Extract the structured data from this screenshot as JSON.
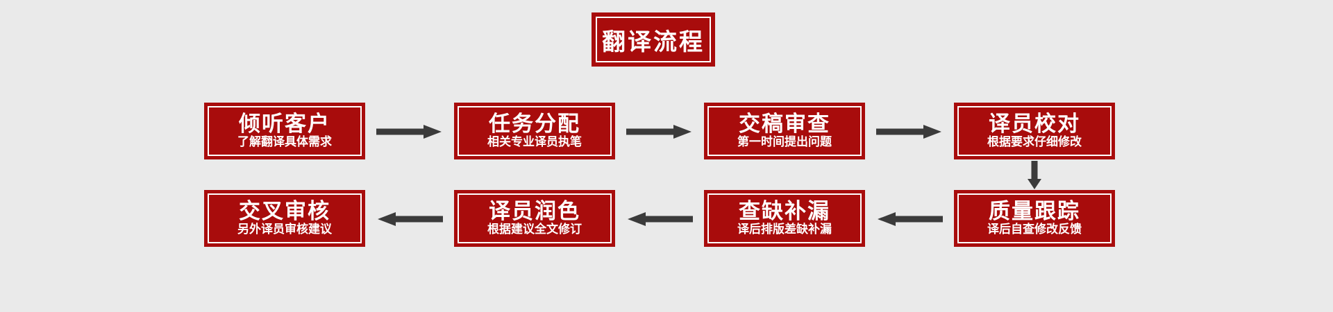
{
  "diagram": {
    "title": "翻译流程",
    "background_color": "#eaeaea",
    "node_fill_color": "#a80c0c",
    "node_border_color": "#ffffff",
    "text_color": "#ffffff",
    "arrow_color": "#3b3b3b",
    "steps": [
      {
        "order": 1,
        "title": "倾听客户",
        "subtitle": "了解翻译具体需求"
      },
      {
        "order": 2,
        "title": "任务分配",
        "subtitle": "相关专业译员执笔"
      },
      {
        "order": 3,
        "title": "交稿审查",
        "subtitle": "第一时间提出问题"
      },
      {
        "order": 4,
        "title": "译员校对",
        "subtitle": "根据要求仔细修改"
      },
      {
        "order": 5,
        "title": "质量跟踪",
        "subtitle": "译后自查修改反馈"
      },
      {
        "order": 6,
        "title": "查缺补漏",
        "subtitle": "译后排版差缺补漏"
      },
      {
        "order": 7,
        "title": "译员润色",
        "subtitle": "根据建议全文修订"
      },
      {
        "order": 8,
        "title": "交叉审核",
        "subtitle": "另外译员审核建议"
      }
    ],
    "connectors": [
      {
        "name": "arrow-step1-to-step2",
        "direction": "right"
      },
      {
        "name": "arrow-step2-to-step3",
        "direction": "right"
      },
      {
        "name": "arrow-step3-to-step4",
        "direction": "right"
      },
      {
        "name": "arrow-step4-to-step5",
        "direction": "down"
      },
      {
        "name": "arrow-step5-to-step6",
        "direction": "left"
      },
      {
        "name": "arrow-step6-to-step7",
        "direction": "left"
      },
      {
        "name": "arrow-step7-to-step8",
        "direction": "left"
      }
    ]
  }
}
